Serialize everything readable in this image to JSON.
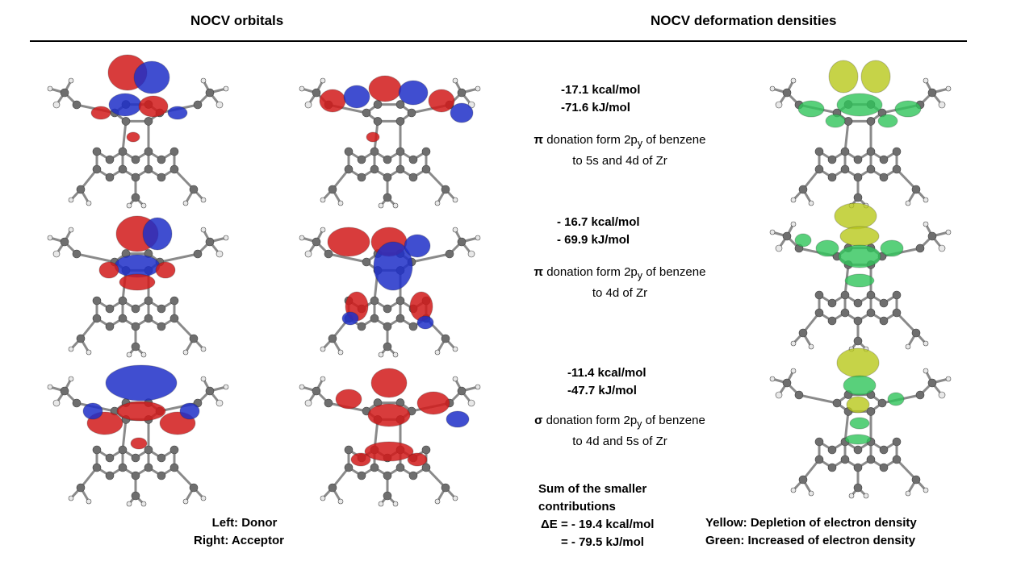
{
  "headers": {
    "left": "NOCV orbitals",
    "right": "NOCV deformation densities"
  },
  "rows": [
    {
      "energy_kcal": "-17.1  kcal/mol",
      "energy_kj": "-71.6 kJ/mol",
      "symbol": "π",
      "desc_line1": " donation form 2p",
      "desc_sub": "y",
      "desc_line1_end": " of benzene",
      "desc_line2": "to 5s and 4d of Zr"
    },
    {
      "energy_kcal": "- 16.7 kcal/mol",
      "energy_kj": "- 69.9 kJ/mol",
      "symbol": "π",
      "desc_line1": " donation form 2p",
      "desc_sub": "y",
      "desc_line1_end": " of benzene",
      "desc_line2": "to 4d of Zr"
    },
    {
      "energy_kcal": "-11.4  kcal/mol",
      "energy_kj": "-47.7 kJ/mol",
      "symbol": "σ",
      "desc_line1": " donation form 2p",
      "desc_sub": "y",
      "desc_line1_end": " of benzene",
      "desc_line2": "to 4d and 5s of Zr"
    }
  ],
  "sum": {
    "line1": "Sum of the smaller",
    "line2": "contributions",
    "line3": "ΔE = - 19.4 kcal/mol",
    "line4": "= - 79.5 kJ/mol"
  },
  "orbital_legend": {
    "left": "Left: Donor",
    "right": "Right: Acceptor"
  },
  "density_legend": {
    "yellow": "Yellow: Depletion of electron density",
    "green": "Green: Increased of electron density"
  },
  "colors": {
    "lobe_red": "#d11a1a",
    "lobe_blue": "#1f2fc8",
    "density_yellow": "#b8c81a",
    "density_green": "#2fc45a",
    "atom_gray": "#6e6e6e",
    "atom_h": "#e8e8e8"
  }
}
